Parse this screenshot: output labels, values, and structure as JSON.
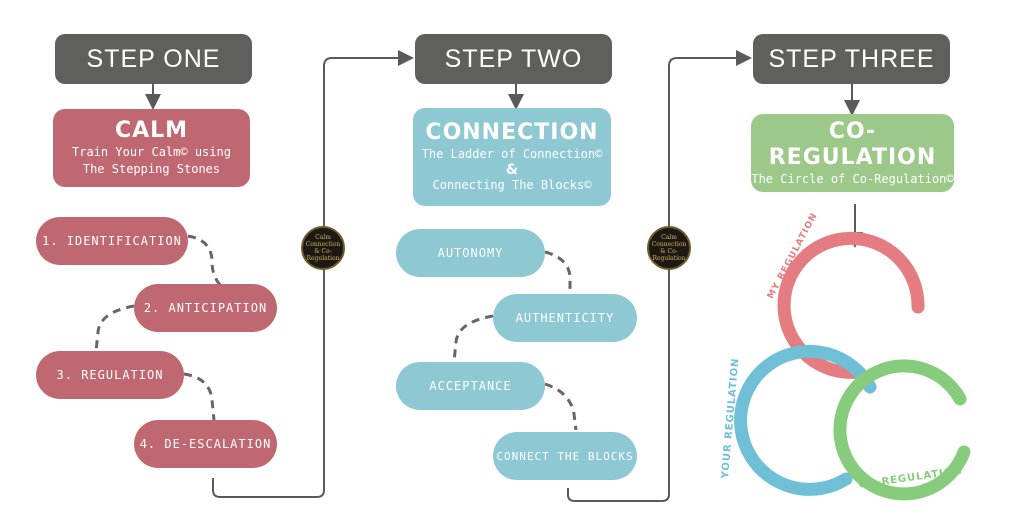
{
  "steps": [
    {
      "header": "STEP ONE",
      "title": "CALM",
      "subtitle_lines": [
        "Train Your Calm© using",
        "The Stepping Stones"
      ],
      "items": [
        "1. IDENTIFICATION",
        "2. ANTICIPATION",
        "3. REGULATION",
        "4. DE-ESCALATION"
      ]
    },
    {
      "header": "STEP TWO",
      "title": "CONNECTION",
      "subtitle_lines": [
        "The Ladder of Connection©",
        "&",
        "Connecting The Blocks©"
      ],
      "items": [
        "AUTONOMY",
        "AUTHENTICITY",
        "ACCEPTANCE",
        "CONNECT THE BLOCKS"
      ]
    },
    {
      "header": "STEP THREE",
      "title": "CO-REGULATION",
      "subtitle_lines": [
        "The Circle of Co-Regulation©"
      ],
      "circle_labels": [
        "MY REGULATION",
        "YOUR REGULATION",
        "CO-REGULATION"
      ]
    }
  ],
  "badge_text": "Calm Connection & Co-Regulation",
  "colors": {
    "header": "#5f5f5d",
    "step_one": "#c06871",
    "step_two": "#8ec8d3",
    "step_three": "#9cc98a",
    "connector": "#5a5a5a",
    "dash": "#666666",
    "circle_my": "#e47c82",
    "circle_your": "#6fc0d6",
    "circle_co": "#86cc7c"
  }
}
